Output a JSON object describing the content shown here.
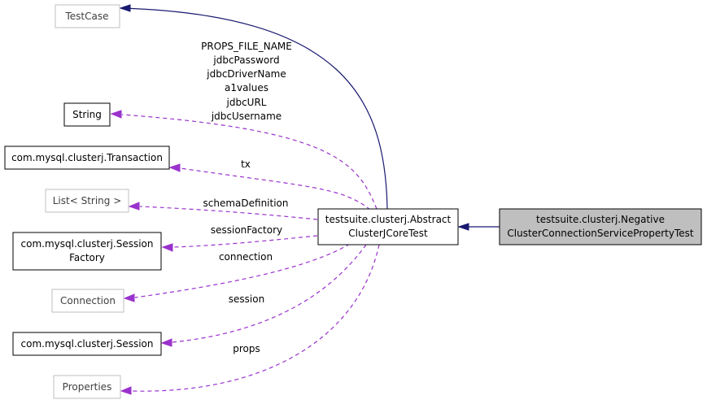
{
  "nodes": {
    "testcase": "TestCase",
    "string": "String",
    "transaction": "com.mysql.clusterj.Transaction",
    "list_string": "List< String >",
    "session_factory": [
      "com.mysql.clusterj.Session",
      "Factory"
    ],
    "connection": "Connection",
    "session": "com.mysql.clusterj.Session",
    "properties": "Properties",
    "abstract_test": [
      "testsuite.clusterj.Abstract",
      "ClusterJCoreTest"
    ],
    "negative_test": [
      "testsuite.clusterj.Negative",
      "ClusterConnectionServicePropertyTest"
    ]
  },
  "edge_labels": {
    "string_fields": [
      "PROPS_FILE_NAME",
      "jdbcPassword",
      "jdbcDriverName",
      "a1values",
      "jdbcURL",
      "jdbcUsername"
    ],
    "tx": "tx",
    "schema_definition": "schemaDefinition",
    "session_factory": "sessionFactory",
    "connection": "connection",
    "session": "session",
    "props": "props"
  },
  "colors": {
    "inheritance_edge": "#191970",
    "usage_edge": "#9a32cd",
    "highlight_fill": "#bfbfbf",
    "external_border": "#bfbfbf"
  }
}
